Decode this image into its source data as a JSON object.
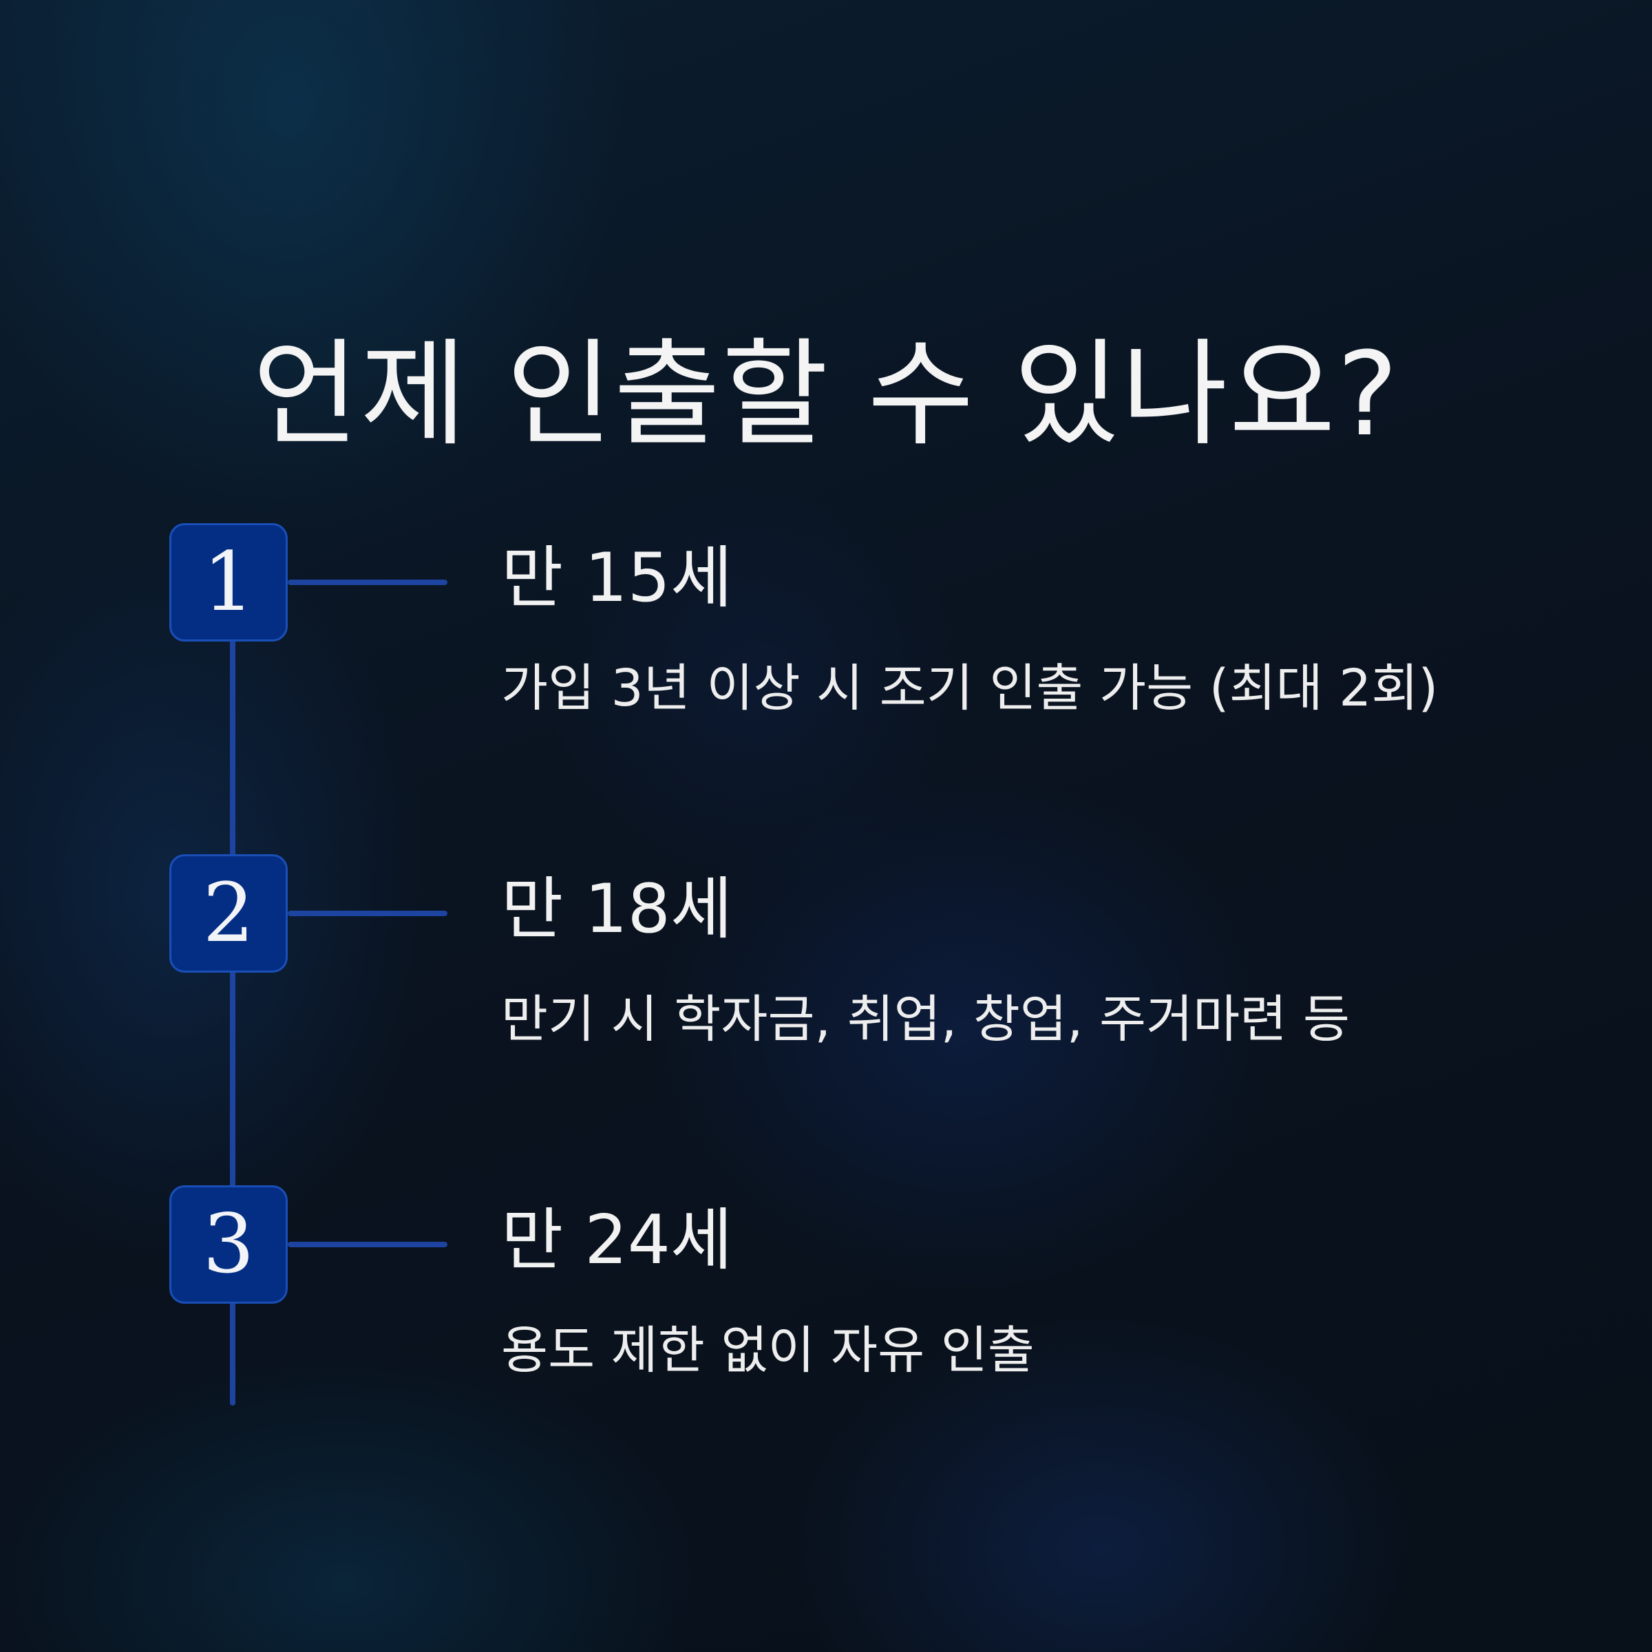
{
  "title": "언제 인출할 수 있나요?",
  "steps": [
    {
      "number": "1",
      "age": "만 15세",
      "description": "가입 3년 이상 시 조기 인출 가능 (최대 2회)"
    },
    {
      "number": "2",
      "age": "만 18세",
      "description": "만기 시 학자금, 취업, 창업, 주거마련 등"
    },
    {
      "number": "3",
      "age": "만 24세",
      "description": "용도 제한 없이 자유 인출"
    }
  ],
  "colors": {
    "background": "#0a1019",
    "step_box": "#042e84",
    "line": "#1d44a0",
    "text": "#f2f2f2"
  }
}
